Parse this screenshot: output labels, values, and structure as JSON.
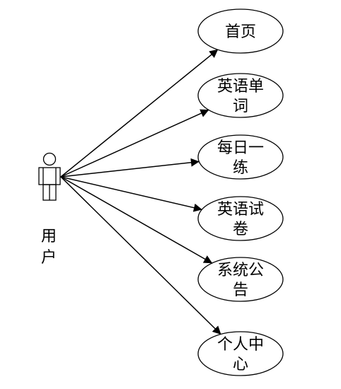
{
  "actor": {
    "label": "用户"
  },
  "use_cases": [
    {
      "lines": [
        "首页"
      ]
    },
    {
      "lines": [
        "英语单",
        "词"
      ]
    },
    {
      "lines": [
        "每日一",
        "练"
      ]
    },
    {
      "lines": [
        "英语试",
        "卷"
      ]
    },
    {
      "lines": [
        "系统公",
        "告"
      ]
    },
    {
      "lines": [
        "个人中",
        "心"
      ]
    }
  ],
  "colors": {
    "stroke": "#000000",
    "background": "#ffffff"
  }
}
